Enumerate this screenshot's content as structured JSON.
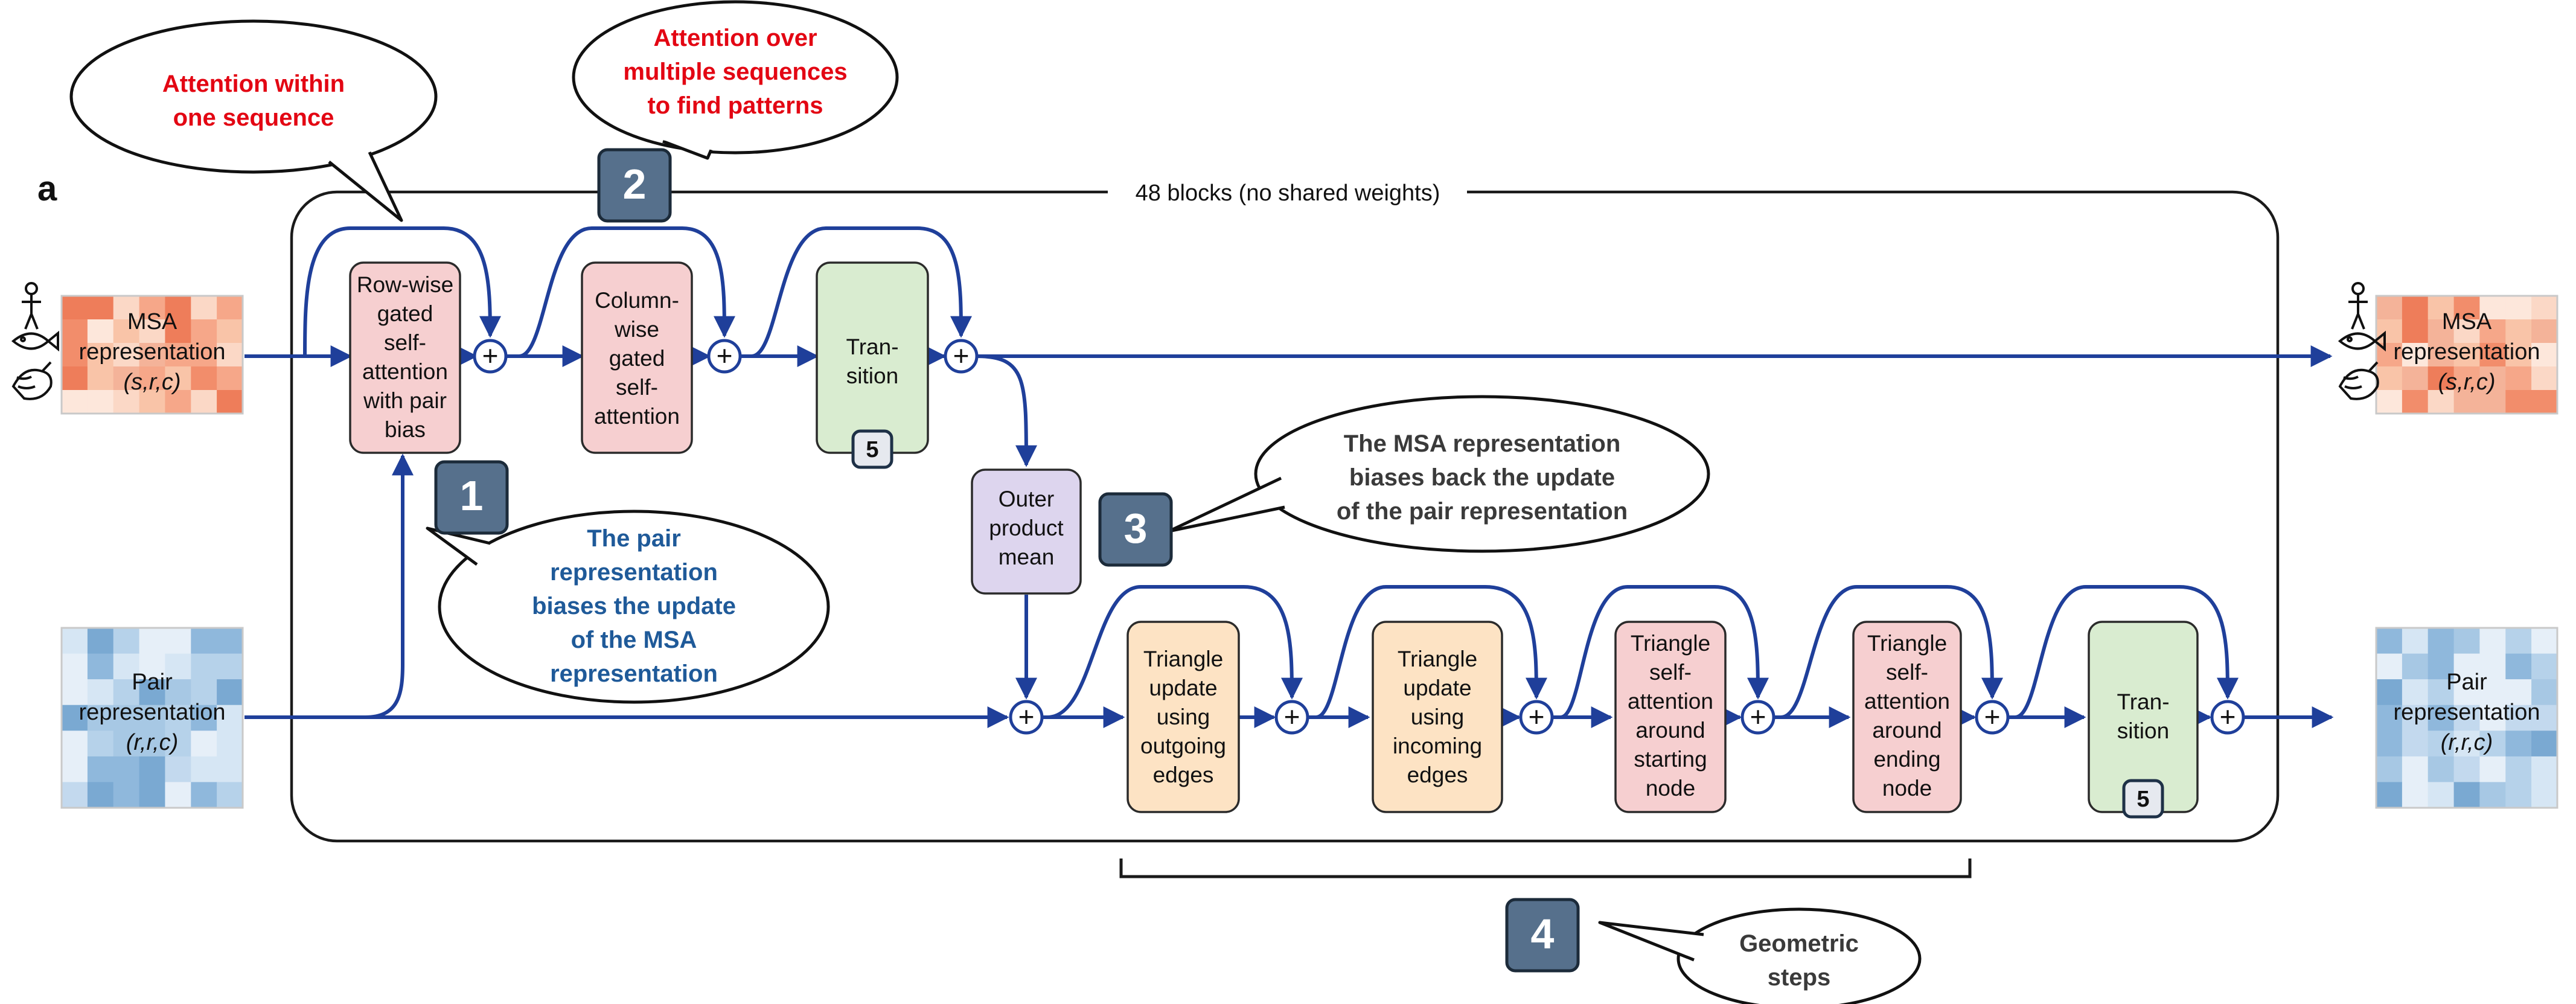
{
  "panel_label": "a",
  "blocks_caption": "48 blocks (no shared weights)",
  "inputs": {
    "msa": [
      "MSA",
      "representation",
      "(s,r,c)"
    ],
    "pair": [
      "Pair",
      "representation",
      "(r,r,c)"
    ]
  },
  "outputs": {
    "msa": [
      "MSA",
      "representation",
      "(s,r,c)"
    ],
    "pair": [
      "Pair",
      "representation",
      "(r,r,c)"
    ]
  },
  "modules": {
    "row_attention": [
      "Row-wise",
      "gated",
      "self-",
      "attention",
      "with pair",
      "bias"
    ],
    "column_attention": [
      "Column-",
      "wise",
      "gated",
      "self-",
      "attention"
    ],
    "msa_transition": [
      "Tran-",
      "sition"
    ],
    "outer_product_mean": [
      "Outer",
      "product",
      "mean"
    ],
    "triangle_outgoing": [
      "Triangle",
      "update",
      "using",
      "outgoing",
      "edges"
    ],
    "triangle_incoming": [
      "Triangle",
      "update",
      "using",
      "incoming",
      "edges"
    ],
    "triangle_attention_start": [
      "Triangle",
      "self-",
      "attention",
      "around",
      "starting",
      "node"
    ],
    "triangle_attention_end": [
      "Triangle",
      "self-",
      "attention",
      "around",
      "ending",
      "node"
    ],
    "pair_transition": [
      "Tran-",
      "sition"
    ]
  },
  "transition_count": "5",
  "plus_symbol": "+",
  "badges": [
    "1",
    "2",
    "3",
    "4"
  ],
  "callouts": {
    "within_sequence": [
      "Attention within",
      "one sequence"
    ],
    "multiple_sequences": [
      "Attention over",
      "multiple sequences",
      "to find patterns"
    ],
    "pair_biases_msa": [
      "The pair",
      "representation",
      "biases the update",
      "of the MSA",
      "representation"
    ],
    "msa_biases_pair": [
      "The MSA representation",
      "biases back the update",
      "of the pair representation"
    ],
    "geometric": [
      "Geometric",
      "steps"
    ]
  },
  "colors": {
    "arrow": "#1f3f9a",
    "attention_box": "#f6cfd0",
    "transition_box": "#d9ecd0",
    "triangle_update_box": "#fde3c4",
    "outer_product_box": "#ddd5ee",
    "badge": "#56708c",
    "callout_red_text": "#e30613",
    "callout_blue_text": "#1f5a99",
    "msa_tile_base": "#f6a789",
    "pair_tile_base": "#a7c8e4"
  }
}
